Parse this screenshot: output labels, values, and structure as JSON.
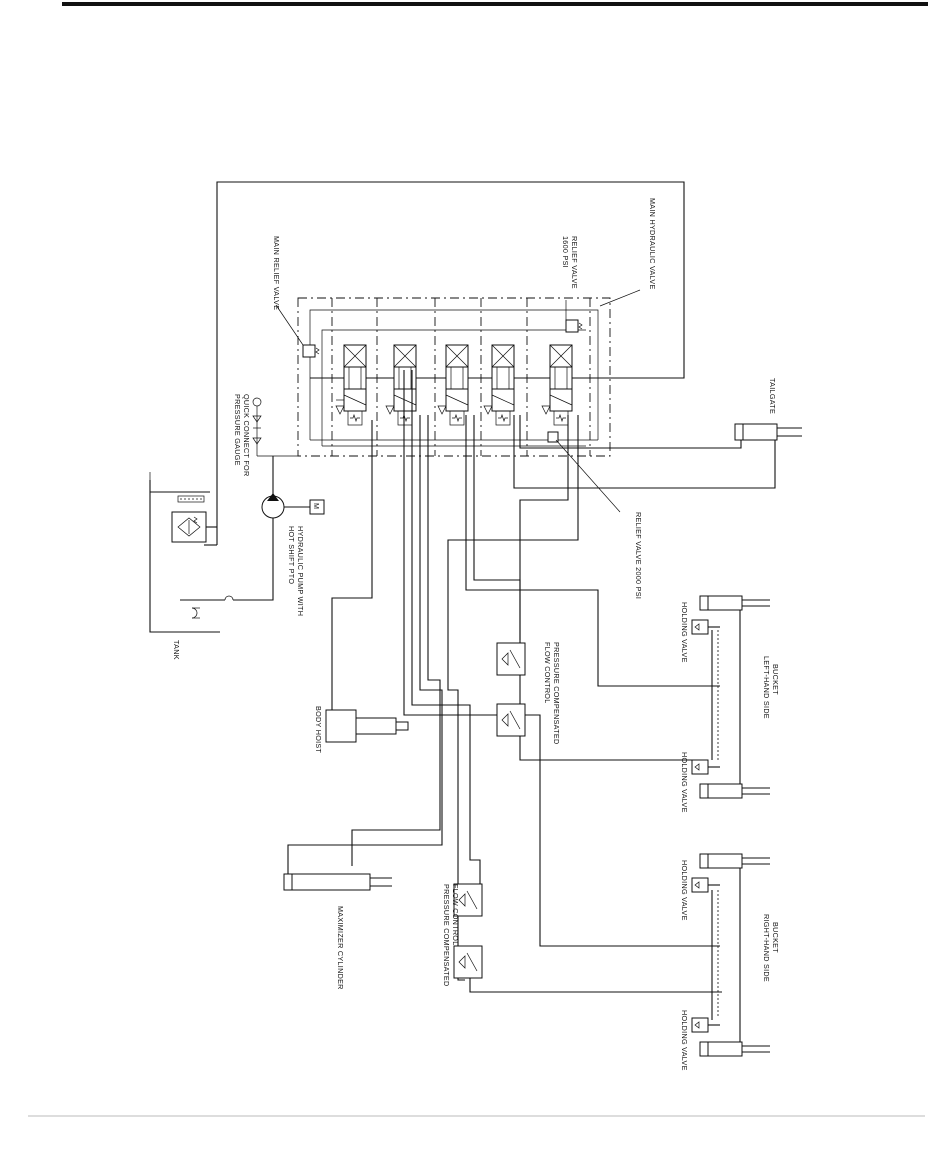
{
  "labels": {
    "main_hydraulic_valve": "MAIN HYDRAULIC VALVE",
    "relief_valve_1600_l1": "RELIEF VALVE",
    "relief_valve_1600_l2": "1600 PSI",
    "main_relief_valve": "MAIN RELIEF VALVE",
    "quick_connect_l1": "QUICK CONNECT FOR",
    "quick_connect_l2": "PRESSURE GAUGE",
    "tailgate": "TAILGATE",
    "relief_valve_2000": "RELIEF VALVE 2000 PSI",
    "pump_l1": "HYDRAULIC PUMP WITH",
    "pump_l2": "HOT SHIFT PTO",
    "motor": "M",
    "tank": "TANK",
    "body_hoist": "BODY HOIST",
    "pcfc_upper_l1": "PRESSURE COMPENSATED",
    "pcfc_upper_l2": "FLOW CONTROL",
    "pcfc_lower_l1": "PRESSURE COMPENSATED",
    "pcfc_lower_l2": "FLOW CONTROL",
    "holding_valve_lh_top": "HOLDING VALVE",
    "holding_valve_lh_bottom": "HOLDING VALVE",
    "holding_valve_rh_top": "HOLDING VALVE",
    "holding_valve_rh_bottom": "HOLDING VALVE",
    "lh_bucket_l1": "LEFT-HAND SIDE",
    "lh_bucket_l2": "BUCKET",
    "rh_bucket_l1": "RIGHT-HAND SIDE",
    "rh_bucket_l2": "BUCKET",
    "maximizer": "MAXIMIZER CYLINDER"
  }
}
